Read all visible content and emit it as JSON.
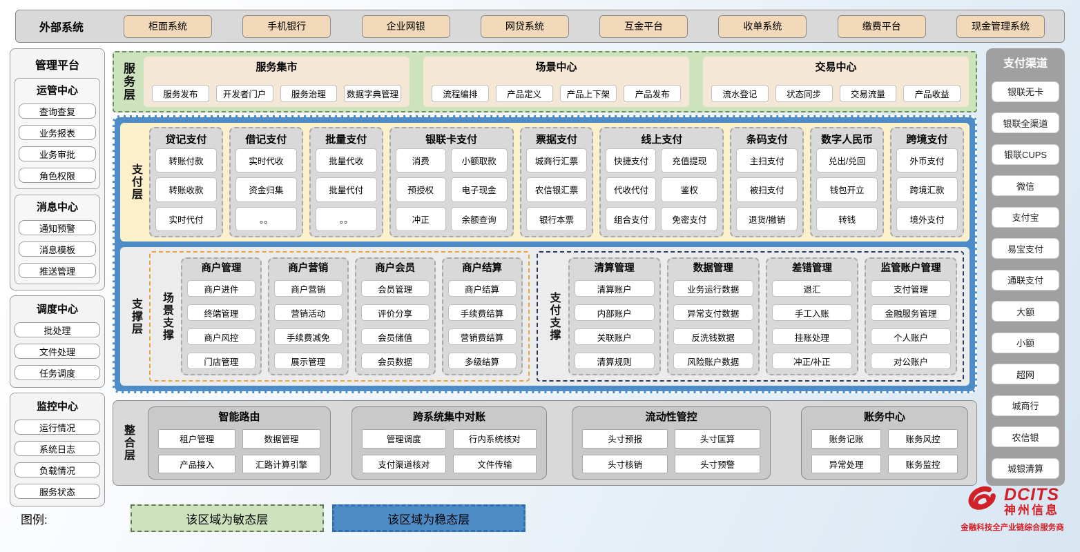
{
  "external_systems": {
    "label": "外部系统",
    "items": [
      "柜面系统",
      "手机银行",
      "企业网银",
      "网贷系统",
      "互金平台",
      "收单系统",
      "缴费平台",
      "现金管理系统"
    ]
  },
  "management_platform": {
    "title": "管理平台",
    "groups": [
      {
        "title": "运管中心",
        "items": [
          "查询查复",
          "业务报表",
          "业务审批",
          "角色权限"
        ]
      },
      {
        "title": "消息中心",
        "items": [
          "通知预警",
          "消息模板",
          "推送管理"
        ]
      },
      {
        "title": "调度中心",
        "items": [
          "批处理",
          "文件处理",
          "任务调度"
        ]
      },
      {
        "title": "监控中心",
        "items": [
          "运行情况",
          "系统日志",
          "负载情况",
          "服务状态"
        ]
      }
    ]
  },
  "service_layer": {
    "label": "服务层",
    "groups": [
      {
        "title": "服务集市",
        "items": [
          "服务发布",
          "开发者门户",
          "服务治理",
          "数据字典管理"
        ]
      },
      {
        "title": "场景中心",
        "items": [
          "流程编排",
          "产品定义",
          "产品上下架",
          "产品发布"
        ]
      },
      {
        "title": "交易中心",
        "items": [
          "流水登记",
          "状态同步",
          "交易流量",
          "产品收益"
        ]
      }
    ]
  },
  "payment_layer": {
    "label": "支付层",
    "columns": [
      {
        "title": "贷记支付",
        "two_col": false,
        "items": [
          "转账付款",
          "转账收款",
          "实时代付"
        ]
      },
      {
        "title": "借记支付",
        "two_col": false,
        "items": [
          "实时代收",
          "资金归集",
          "。。"
        ]
      },
      {
        "title": "批量支付",
        "two_col": false,
        "items": [
          "批量代收",
          "批量代付",
          "。。"
        ]
      },
      {
        "title": "银联卡支付",
        "two_col": true,
        "items": [
          "消费",
          "小额取款",
          "预授权",
          "电子现金",
          "冲正",
          "余额查询"
        ]
      },
      {
        "title": "票据支付",
        "two_col": false,
        "items": [
          "城商行汇票",
          "农信银汇票",
          "银行本票"
        ]
      },
      {
        "title": "线上支付",
        "two_col": true,
        "items": [
          "快捷支付",
          "充值提现",
          "代收代付",
          "鉴权",
          "组合支付",
          "免密支付"
        ]
      },
      {
        "title": "条码支付",
        "two_col": false,
        "items": [
          "主扫支付",
          "被扫支付",
          "退货/撤销"
        ]
      },
      {
        "title": "数字人民币",
        "two_col": false,
        "items": [
          "兑出/兑回",
          "钱包开立",
          "转钱"
        ]
      },
      {
        "title": "跨境支付",
        "two_col": false,
        "items": [
          "外币支付",
          "跨境汇款",
          "境外支付"
        ]
      }
    ]
  },
  "support_layer": {
    "label": "支撑层",
    "scene_support": {
      "label": "场景支撑",
      "columns": [
        {
          "title": "商户管理",
          "items": [
            "商户进件",
            "终端管理",
            "商户风控",
            "门店管理"
          ]
        },
        {
          "title": "商户营销",
          "items": [
            "商户营销",
            "营销活动",
            "手续费减免",
            "展示管理"
          ]
        },
        {
          "title": "商户会员",
          "items": [
            "会员管理",
            "评价分享",
            "会员储值",
            "会员数据"
          ]
        },
        {
          "title": "商户结算",
          "items": [
            "商户结算",
            "手续费结算",
            "营销费结算",
            "多级结算"
          ]
        }
      ]
    },
    "payment_support": {
      "label": "支付支撑",
      "columns": [
        {
          "title": "清算管理",
          "items": [
            "清算账户",
            "内部账户",
            "关联账户",
            "清算规则"
          ]
        },
        {
          "title": "数据管理",
          "items": [
            "业务运行数据",
            "异常支付数据",
            "反洗钱数据",
            "风险账户数据"
          ]
        },
        {
          "title": "差错管理",
          "items": [
            "退汇",
            "手工入账",
            "挂账处理",
            "冲正/补正"
          ]
        },
        {
          "title": "监管账户管理",
          "items": [
            "支付管理",
            "金融服务管理",
            "个人账户",
            "对公账户"
          ]
        }
      ]
    }
  },
  "integration_layer": {
    "label": "整合层",
    "groups": [
      {
        "title": "智能路由",
        "items": [
          "租户管理",
          "数据管理",
          "产品接入",
          "汇路计算引擎"
        ]
      },
      {
        "title": "跨系统集中对账",
        "items": [
          "管理调度",
          "行内系统核对",
          "支付渠道核对",
          "文件传输"
        ]
      },
      {
        "title": "流动性管控",
        "items": [
          "头寸预报",
          "头寸匡算",
          "头寸核销",
          "头寸预警"
        ]
      },
      {
        "title": "账务中心",
        "items": [
          "账务记账",
          "账务风控",
          "异常处理",
          "账务监控"
        ]
      }
    ]
  },
  "payment_channels": {
    "title": "支付渠道",
    "items": [
      "银联无卡",
      "银联全渠道",
      "银联CUPS",
      "微信",
      "支付宝",
      "易宝支付",
      "通联支付",
      "大额",
      "小额",
      "超网",
      "城商行",
      "农信银",
      "城银清算"
    ]
  },
  "legend": {
    "label": "图例:",
    "agile": "该区域为敏态层",
    "stable": "该区域为稳态层"
  },
  "logo": {
    "brand": "DCITS",
    "company": "神州信息",
    "tagline": "金融科技全产业链综合服务商"
  },
  "colors": {
    "stable_blue": "#4e8cc8",
    "agile_green": "#cde3bd",
    "tan_button": "#f2d9b9",
    "payment_cream": "#fcf0cb",
    "panel_gray": "#d9d9d9",
    "scene_orange": "#e8a33d",
    "payment_navy": "#27395f",
    "brand_red": "#d02028"
  }
}
